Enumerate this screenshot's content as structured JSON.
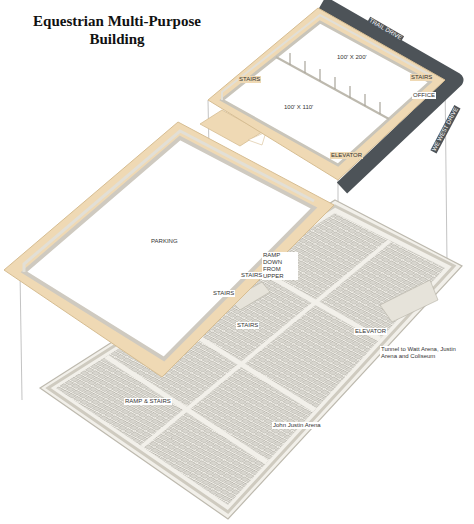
{
  "diagram": {
    "title": "Equestrian Multi-Purpose Building",
    "labels": [
      "TRAIL DRIVE",
      "WE WEST DRIVE",
      "100' X 200'",
      "100' X 110'",
      "STAIRS",
      "STAIRS",
      "OFFICE",
      "ELEVATOR",
      "PARKING",
      "STAIRS",
      "RAMP DOWN FROM UPPER",
      "STAIRS",
      "STAIRS",
      "ELEVATOR",
      "Tunnel to Watt Arena, Justin Arena and Coliseum",
      "RAMP & STAIRS",
      "John Justin Arena"
    ]
  }
}
